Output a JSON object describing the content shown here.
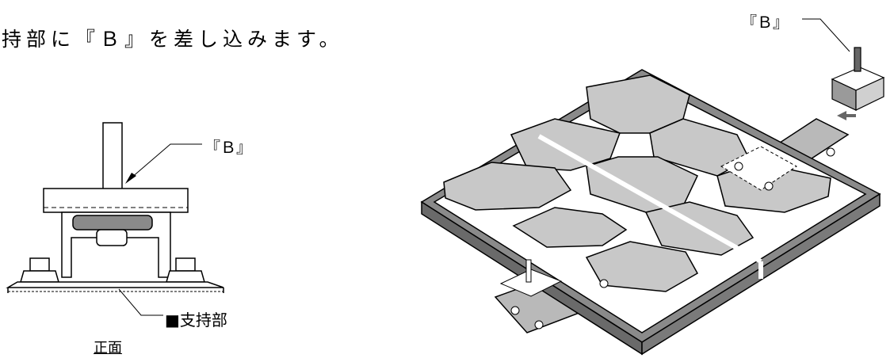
{
  "instruction": "持部に『Ｂ』を差し込みます。",
  "front_view": {
    "label_b": "『Ｂ』",
    "label_support": "■支持部",
    "caption": "正面"
  },
  "iso_view": {
    "label_b": "『Ｂ』"
  },
  "colors": {
    "panel_fill": "#c8c8c8",
    "frame_fill": "#8a8a8a",
    "rail_fill": "#b9b9b9",
    "line": "#000000"
  }
}
